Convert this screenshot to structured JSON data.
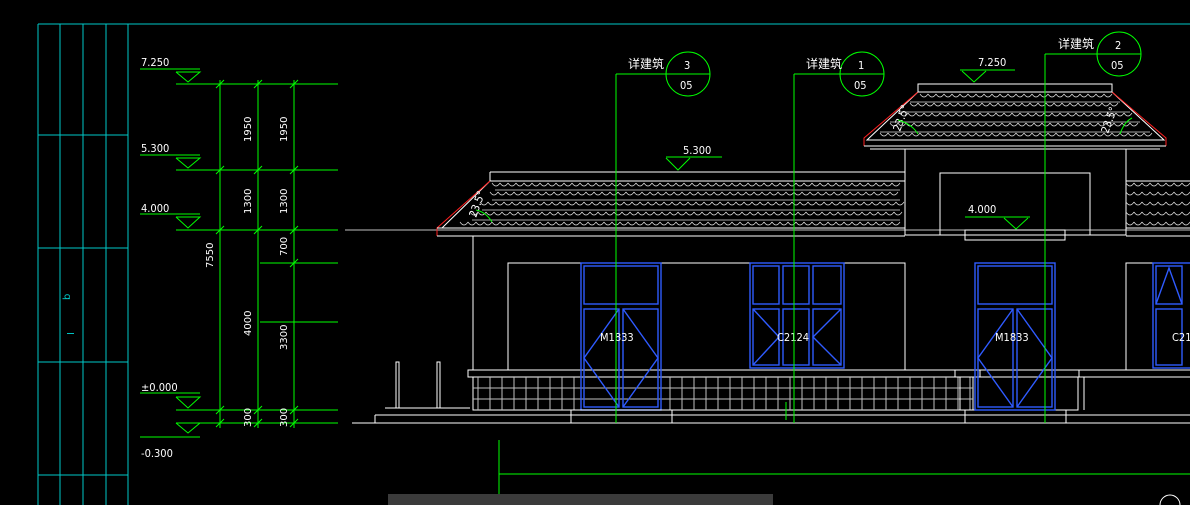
{
  "elevations": {
    "top": "7.250",
    "second": "5.300",
    "eave": "4.000",
    "ground": "±0.000",
    "base": "-0.300"
  },
  "dims": {
    "d1950a": "1950",
    "d1950b": "1950",
    "d1300a": "1300",
    "d1300b": "1300",
    "d700": "700",
    "d4000": "4000",
    "d3300": "3300",
    "d300a": "300",
    "d300b": "300",
    "total": "7550"
  },
  "roof_angles": {
    "left": "23.5°",
    "right_a": "23.5°",
    "right_b": "23.5°"
  },
  "callouts": [
    {
      "text": "详建筑",
      "num": "3",
      "sheet": "05"
    },
    {
      "text": "详建筑",
      "num": "1",
      "sheet": "05"
    },
    {
      "text": "详建筑",
      "num": "2",
      "sheet": "05"
    }
  ],
  "labels": {
    "door_a": "M1833",
    "window_a": "C2124",
    "door_b": "M1833",
    "window_b": "C21",
    "elev_mid": "5.300",
    "elev_right_top": "7.250",
    "elev_right_eave": "4.000"
  },
  "title_block": {
    "v1": "b",
    "v2": "I"
  },
  "colors": {
    "background": "#000000",
    "dimension": "#00ff00",
    "outline": "#ffffff",
    "openings": "#2f5bff",
    "title_block": "#00c8c8",
    "roof_edge": "#ff2020"
  }
}
